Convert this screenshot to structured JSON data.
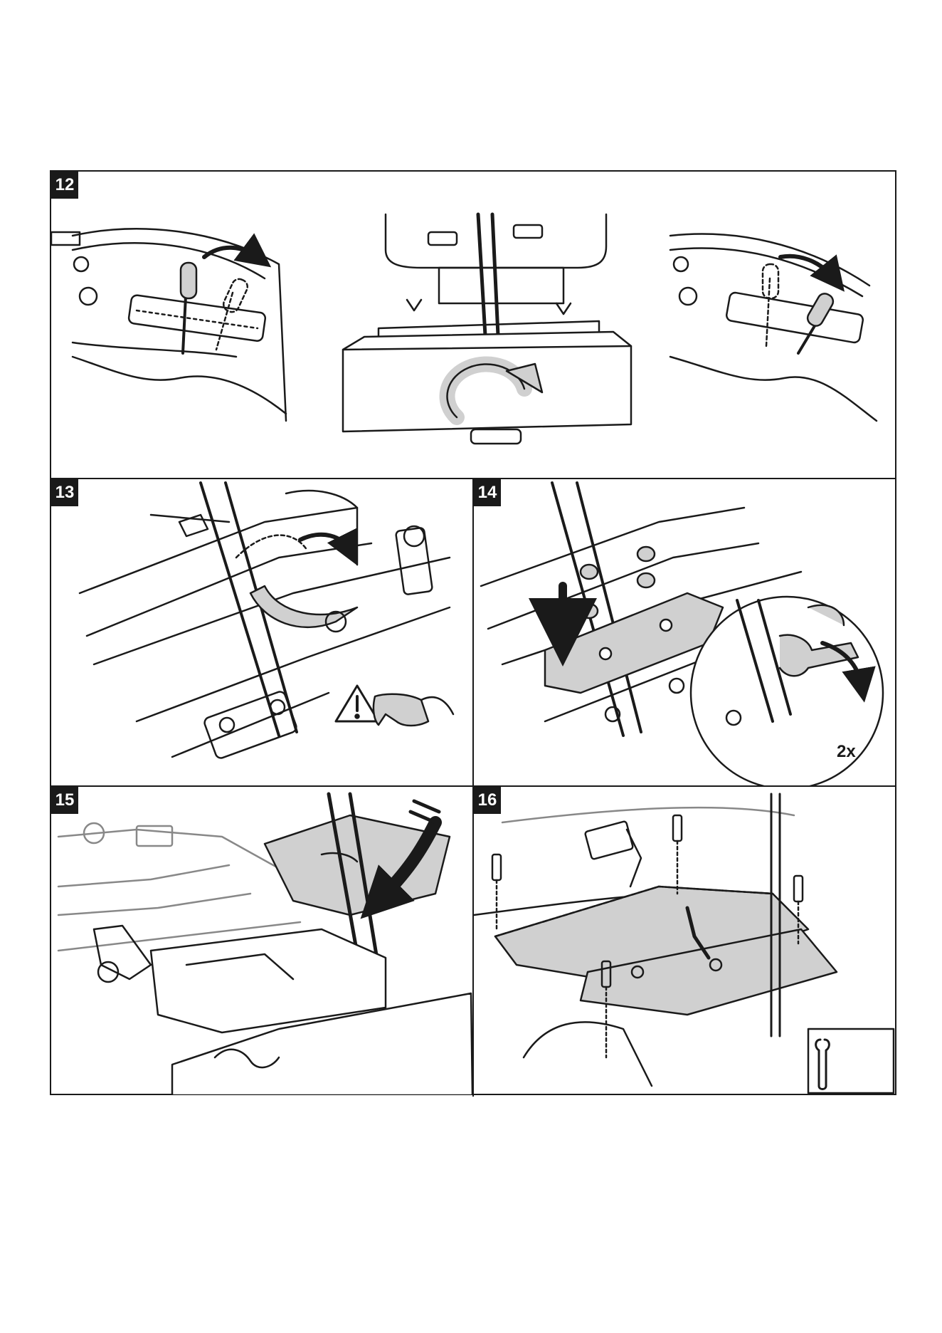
{
  "steps": [
    {
      "number": "12"
    },
    {
      "number": "13"
    },
    {
      "number": "14",
      "repeat_label": "2x"
    },
    {
      "number": "15"
    },
    {
      "number": "16"
    }
  ],
  "icons": [
    "lever-icon",
    "rotate-arrow-icon",
    "warning-icon",
    "safety-glasses-icon",
    "wrench-icon",
    "screwdriver-icon"
  ],
  "colors": {
    "ink": "#1a1a1a",
    "fill_gray": "#d0d0d0",
    "paper": "#ffffff"
  }
}
